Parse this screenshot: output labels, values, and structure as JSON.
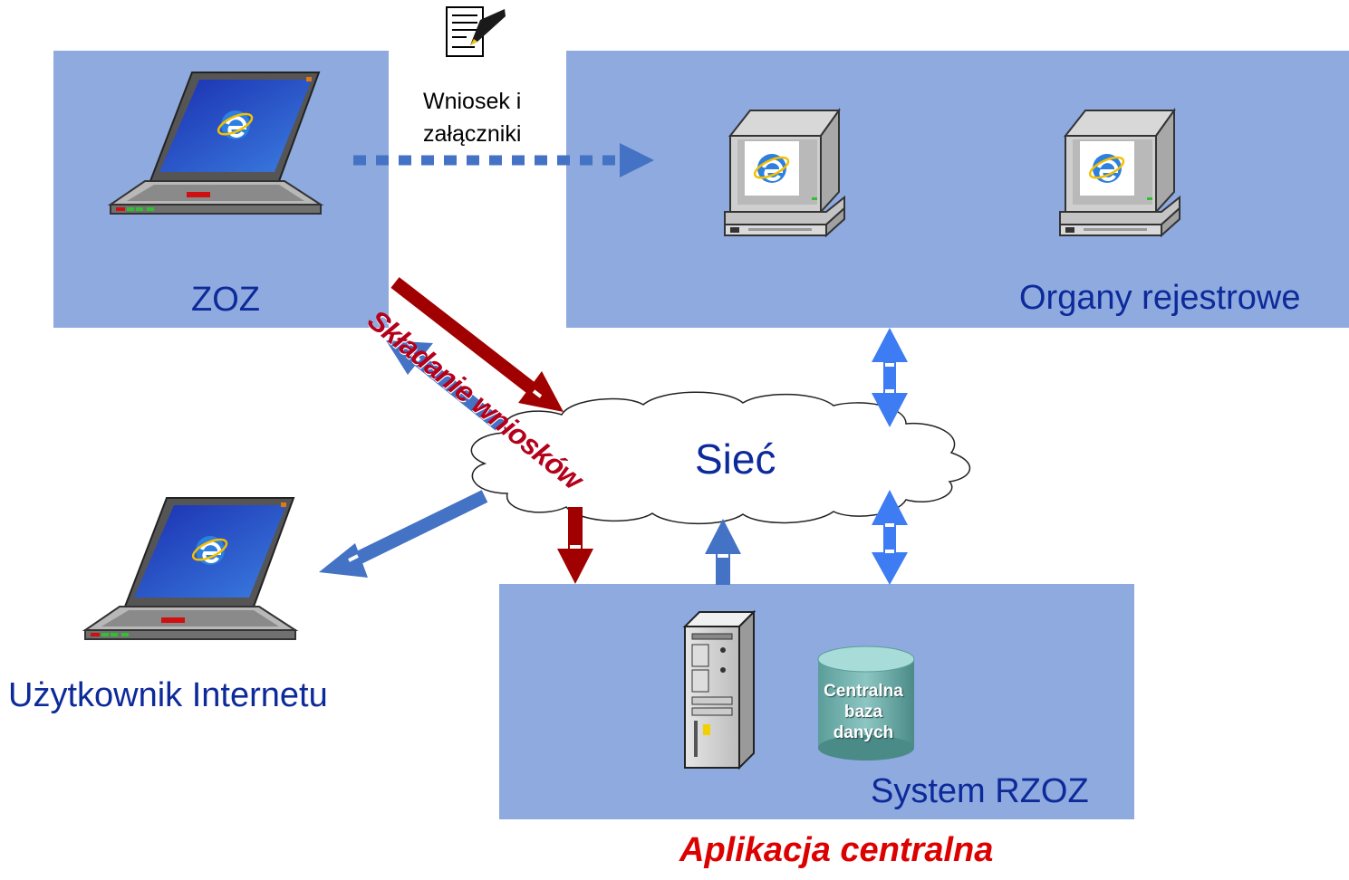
{
  "nodes": {
    "zoz": {
      "label": "ZOZ"
    },
    "organy": {
      "label": "Organy rejestrowe"
    },
    "rzoz": {
      "label": "System RZOZ"
    },
    "user": {
      "label": "Użytkownik Internetu"
    },
    "network": {
      "label": "Sieć"
    },
    "database": {
      "label_lines": [
        "Centralna",
        "baza",
        "danych"
      ]
    }
  },
  "document": {
    "caption_lines": [
      "Wniosek i",
      "załączniki"
    ]
  },
  "edges": {
    "submission_label": "Składanie wniosków"
  },
  "footer": {
    "title": "Aplikacja centralna"
  },
  "colors": {
    "panel": "#8eaadf",
    "label_text": "#0d2a9a",
    "arrow_blue": "#4472c4",
    "arrow_bright_blue": "#3d7cf2",
    "arrow_red": "#a00000",
    "title_red": "#dd0000"
  },
  "icons": [
    "laptop-ie-icon",
    "desktop-ie-icon",
    "server-tower-icon",
    "database-cylinder-icon",
    "document-pen-icon",
    "cloud-icon"
  ]
}
